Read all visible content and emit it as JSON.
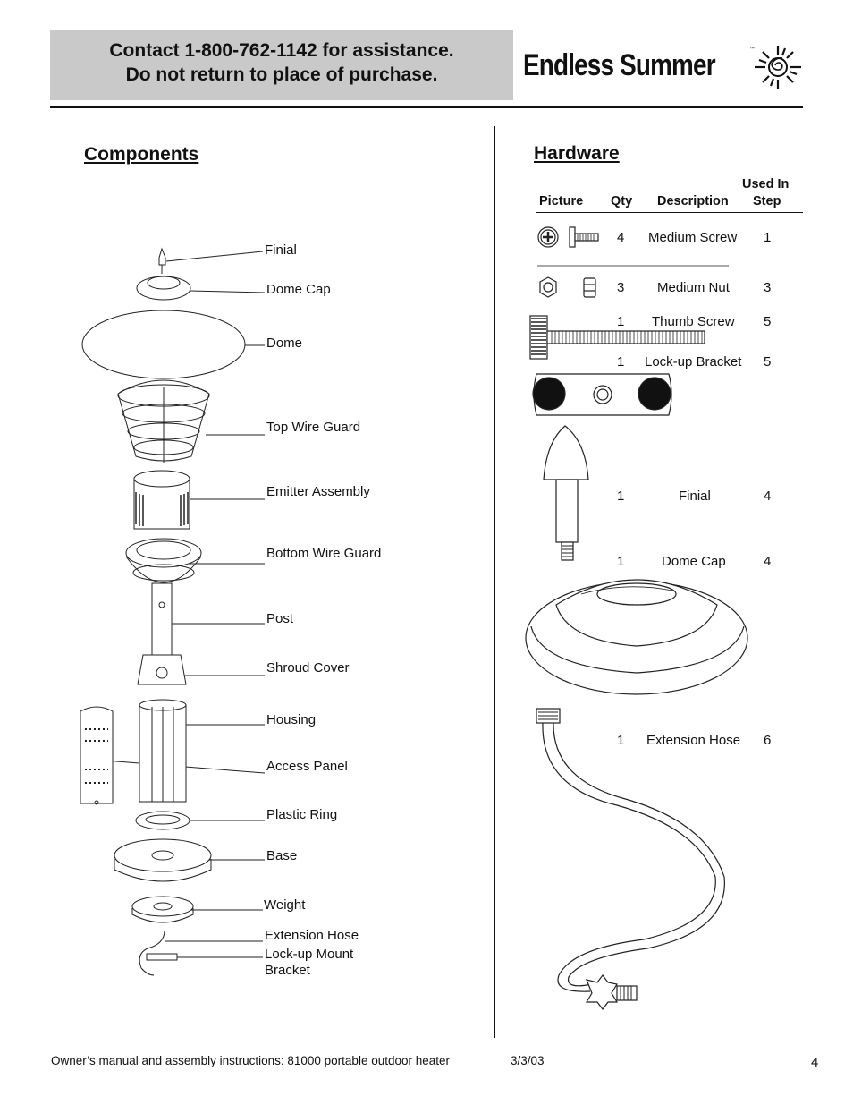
{
  "header": {
    "line1": "Contact 1-800-762-1142 for assistance.",
    "line2": "Do not return to place of purchase.",
    "brand": "Endless Summer",
    "trademark": "™"
  },
  "components": {
    "title": "Components",
    "labels": [
      "Finial",
      "Dome Cap",
      "Dome",
      "Top Wire Guard",
      "Emitter Assembly",
      "Bottom Wire Guard",
      "Post",
      "Shroud Cover",
      "Housing",
      "Access Panel",
      "Plastic Ring",
      "Base",
      "Weight",
      "Extension Hose",
      "Lock-up Mount",
      "Bracket"
    ]
  },
  "hardware": {
    "title": "Hardware",
    "headers": {
      "picture": "Picture",
      "qty": "Qty",
      "description": "Description",
      "used_in_1": "Used In",
      "used_in_2": "Step"
    },
    "rows": [
      {
        "qty": "4",
        "description": "Medium Screw",
        "step": "1"
      },
      {
        "qty": "3",
        "description": "Medium Nut",
        "step": "3"
      },
      {
        "qty": "1",
        "description": "Thumb Screw",
        "step": "5"
      },
      {
        "qty": "1",
        "description": "Lock-up Bracket",
        "step": "5"
      },
      {
        "qty": "1",
        "description": "Finial",
        "step": "4"
      },
      {
        "qty": "1",
        "description": "Dome Cap",
        "step": "4"
      },
      {
        "qty": "1",
        "description": "Extension Hose",
        "step": "6"
      }
    ]
  },
  "footer": {
    "text": "Owner’s manual and assembly instructions:  81000 portable outdoor heater",
    "date": "3/3/03",
    "page": "4"
  }
}
